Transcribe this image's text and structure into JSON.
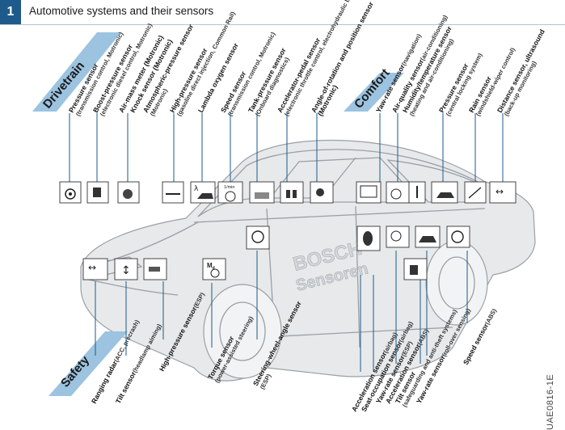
{
  "header": {
    "figure_number": "1",
    "title": "Automotive systems and their sensors"
  },
  "reference_code": "UAE0816-1E",
  "car_branding": {
    "line1": "BOSCH",
    "line2": "Sensoren"
  },
  "banners": {
    "drivetrain": "Drivetrain",
    "comfort": "Comfort",
    "safety": "Safety"
  },
  "drivetrain_sensors": [
    {
      "name": "Pressure sensor",
      "detail": "(transmission control, Motronic)"
    },
    {
      "name": "Boost-pressure sensor",
      "detail": "(electronic diesel control, Motronic)"
    },
    {
      "name": "Air-mass meter (Motronic)",
      "detail": ""
    },
    {
      "name": "Knock sensor (Motronic)",
      "detail": ""
    },
    {
      "name": "Atmospheric-pressure sensor",
      "detail": "(Motronic)"
    },
    {
      "name": "High-pressure sensor",
      "detail": "(gasoline direct injection, Common Rail)"
    },
    {
      "name": "Lambda oxygen sensor",
      "detail": ""
    },
    {
      "name": "Speed sensor",
      "detail": "(transmission control, Motronic)"
    },
    {
      "name": "Tank-pressure sensor",
      "detail": "(Onboard diagnostics)"
    },
    {
      "name": "Accelerator-pedal sensor",
      "detail": "(electronic throttle control, electrohydraulic brake)"
    },
    {
      "name": "Angle-of-rotation and position sensor",
      "detail": "(Motronic)"
    }
  ],
  "comfort_sensors": [
    {
      "name": "Yaw-rate sensor",
      "detail": "(navigation)"
    },
    {
      "name": "Air-quality sensor",
      "detail": "(air-conditioning)"
    },
    {
      "name": "Humidity/temperature sensor",
      "detail": "(heating and air-conditioning)"
    },
    {
      "name": "Pressure sensor",
      "detail": "(central locking system)"
    },
    {
      "name": "Rain sensor",
      "detail": "(windshield-wiper control)"
    },
    {
      "name": "Distance sensor, ultrasound",
      "detail": "(back-up monitoring)"
    }
  ],
  "safety_sensors": [
    {
      "name": "Ranging radar",
      "detail": "(ACC, precrash)"
    },
    {
      "name": "Tilt sensor",
      "detail": "(headlamp aiming)"
    },
    {
      "name": "High-pressure sensor",
      "detail": "(ESP)"
    },
    {
      "name": "Torque sensor",
      "detail": "(power-assisted steering)"
    },
    {
      "name": "Steering-wheel-angle sensor",
      "detail": "(ESP)"
    },
    {
      "name": "Acceleration sensor",
      "detail": "(airbag)"
    },
    {
      "name": "Seat-occupation sensor",
      "detail": "(airbag)"
    },
    {
      "name": "Yaw-rate sensor",
      "detail": "(ESP)"
    },
    {
      "name": "Acceleration sensor",
      "detail": "(ABS)"
    },
    {
      "name": "Tilt sensor",
      "detail": "(safeguarding and anti-theft systems)"
    },
    {
      "name": "Yaw-rate sensor",
      "detail": "(roll-over sensing)"
    },
    {
      "name": "Speed sensor",
      "detail": "(ABS)"
    }
  ],
  "icon_glyphs": {
    "lambda": "λ",
    "rpm": "1/min",
    "torque": "M",
    "torque_sub": "d",
    "arrows": "↔",
    "updown": "↕"
  },
  "colors": {
    "banner_fill": "#9cc3e0",
    "accent_blue": "#1e5a8a",
    "car_outline": "#9aa0a6"
  }
}
